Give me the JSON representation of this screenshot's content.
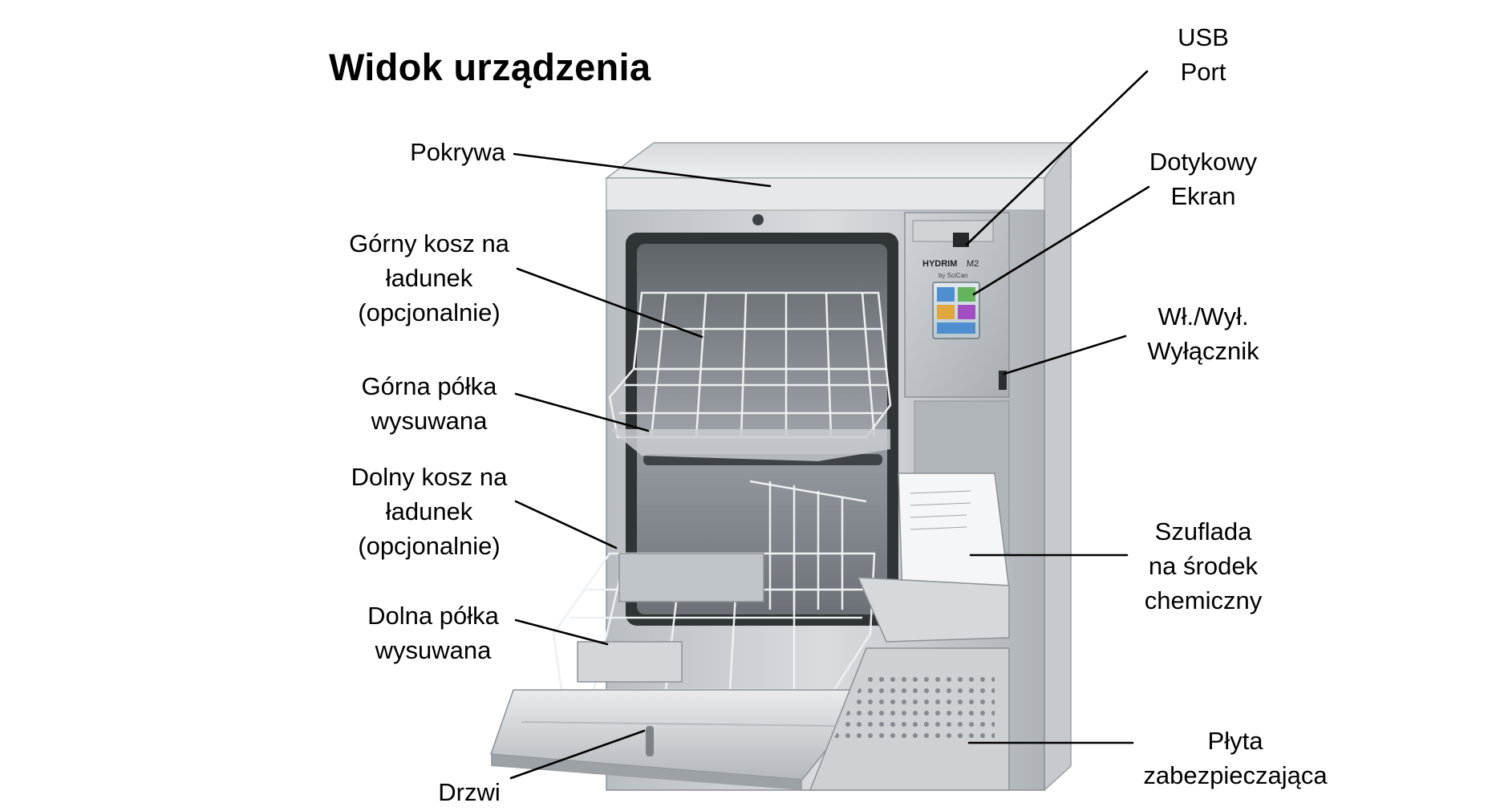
{
  "title": "Widok urządzenia",
  "labels": {
    "pokrywa": [
      "Pokrywa"
    ],
    "gorny_kosz": [
      "Górny kosz na",
      "ładunek",
      "(opcjonalnie)"
    ],
    "gorna_polka": [
      "Górna półka",
      "wysuwana"
    ],
    "dolny_kosz": [
      "Dolny kosz na",
      "ładunek",
      "(opcjonalnie)"
    ],
    "dolna_polka": [
      "Dolna półka",
      "wysuwana"
    ],
    "drzwi": [
      "Drzwi"
    ],
    "usb": [
      "USB",
      "Port"
    ],
    "ekran": [
      "Dotykowy",
      "Ekran"
    ],
    "wylacznik": [
      "Wł./Wył.",
      "Wyłącznik"
    ],
    "szuflada": [
      "Szuflada",
      "na środek",
      "chemiczny"
    ],
    "plyta": [
      "Płyta",
      "zabezpieczająca"
    ]
  },
  "device": {
    "brand": "HYDRIM",
    "model": "M2",
    "maker": "by SciCan"
  },
  "colors": {
    "steel_light": "#e4e6e8",
    "steel_mid": "#c5c9cd",
    "steel_dark": "#8e9398",
    "cavity": "#a9aeb2",
    "line": "#000000"
  }
}
